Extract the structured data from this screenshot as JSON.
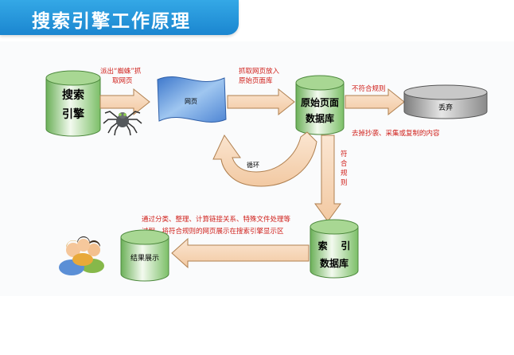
{
  "title": "搜索引擎工作原理",
  "nodes": {
    "engine": [
      "搜索",
      "引擎"
    ],
    "webpage": "网页",
    "raw_db": [
      "原始页面",
      "数据库"
    ],
    "discard": "丢弃",
    "index_db": [
      "索    引",
      "数据库"
    ],
    "results": "结果展示"
  },
  "labels": {
    "send_spider": [
      "派出“蜘蛛”抓",
      "取网页"
    ],
    "fetch_store": [
      "抓取网页放入",
      "原始页面库"
    ],
    "not_compliant": "不符合规则",
    "remove_dup": "去掉抄袭、采集或复制的内容",
    "loop": "循环",
    "compliant": [
      "符",
      "合",
      "规",
      "则"
    ],
    "process_desc": [
      "通过分类、整理、计算链接关系、特殊文件处理等",
      "过程，将符合规则的网页展示在搜索引擎显示区"
    ]
  },
  "colors": {
    "banner": "#1b86d0",
    "cylinder_green": "#7fc06a",
    "cylinder_gray": "#9a9a9a",
    "arrow_fill": "#f6d7b7",
    "webpage_blue": "#5b8fd6",
    "label_red": "#d0211c"
  },
  "icons": [
    "spider-icon",
    "users-icon"
  ]
}
